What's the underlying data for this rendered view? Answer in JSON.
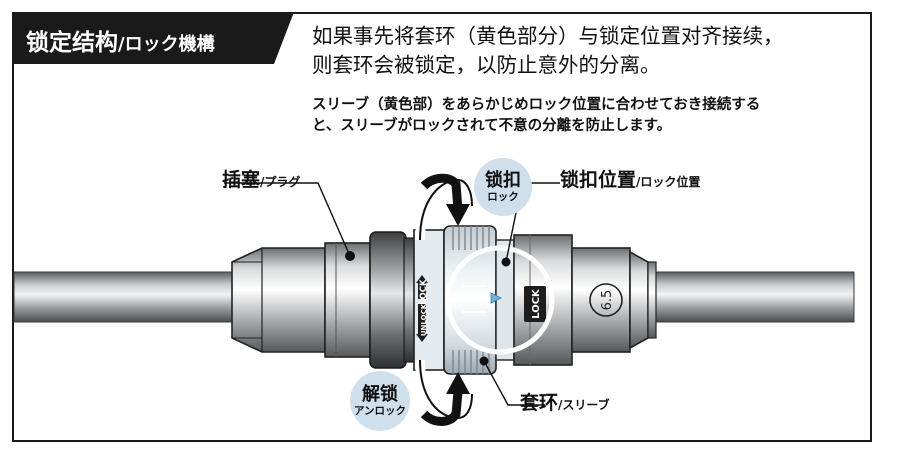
{
  "title": {
    "main": "锁定结构",
    "sub": "/ロック機構"
  },
  "description_zh": [
    "如果事先将套环（黄色部分）与锁定位置对齐接续，",
    "则套环会被锁定，以防止意外的分离。"
  ],
  "description_ja": [
    "スリーブ（黄色部）をあらかじめロック位置に合わせておき接続する",
    "と、スリーブがロックされて不意の分離を防止します。"
  ],
  "labels": {
    "plug": {
      "main": "插塞",
      "sub": "/プラグ"
    },
    "lock_position": {
      "main": "锁扣位置",
      "sub": "/ロック位置"
    },
    "sleeve": {
      "main": "套环",
      "sub": "/スリーブ"
    }
  },
  "bubbles": {
    "lock": {
      "main": "锁扣",
      "sub": "ロック"
    },
    "unlock": {
      "main": "解锁",
      "sub": "アンロック"
    }
  },
  "engravings": {
    "lock": "LOCK",
    "unlock": "UNLOCK",
    "size": "6.5"
  },
  "colors": {
    "title_bg": "#1a1a1a",
    "bubble": "#cfe0ec",
    "sleeve": "#e8eef2",
    "accent": "#6fb3dc"
  }
}
